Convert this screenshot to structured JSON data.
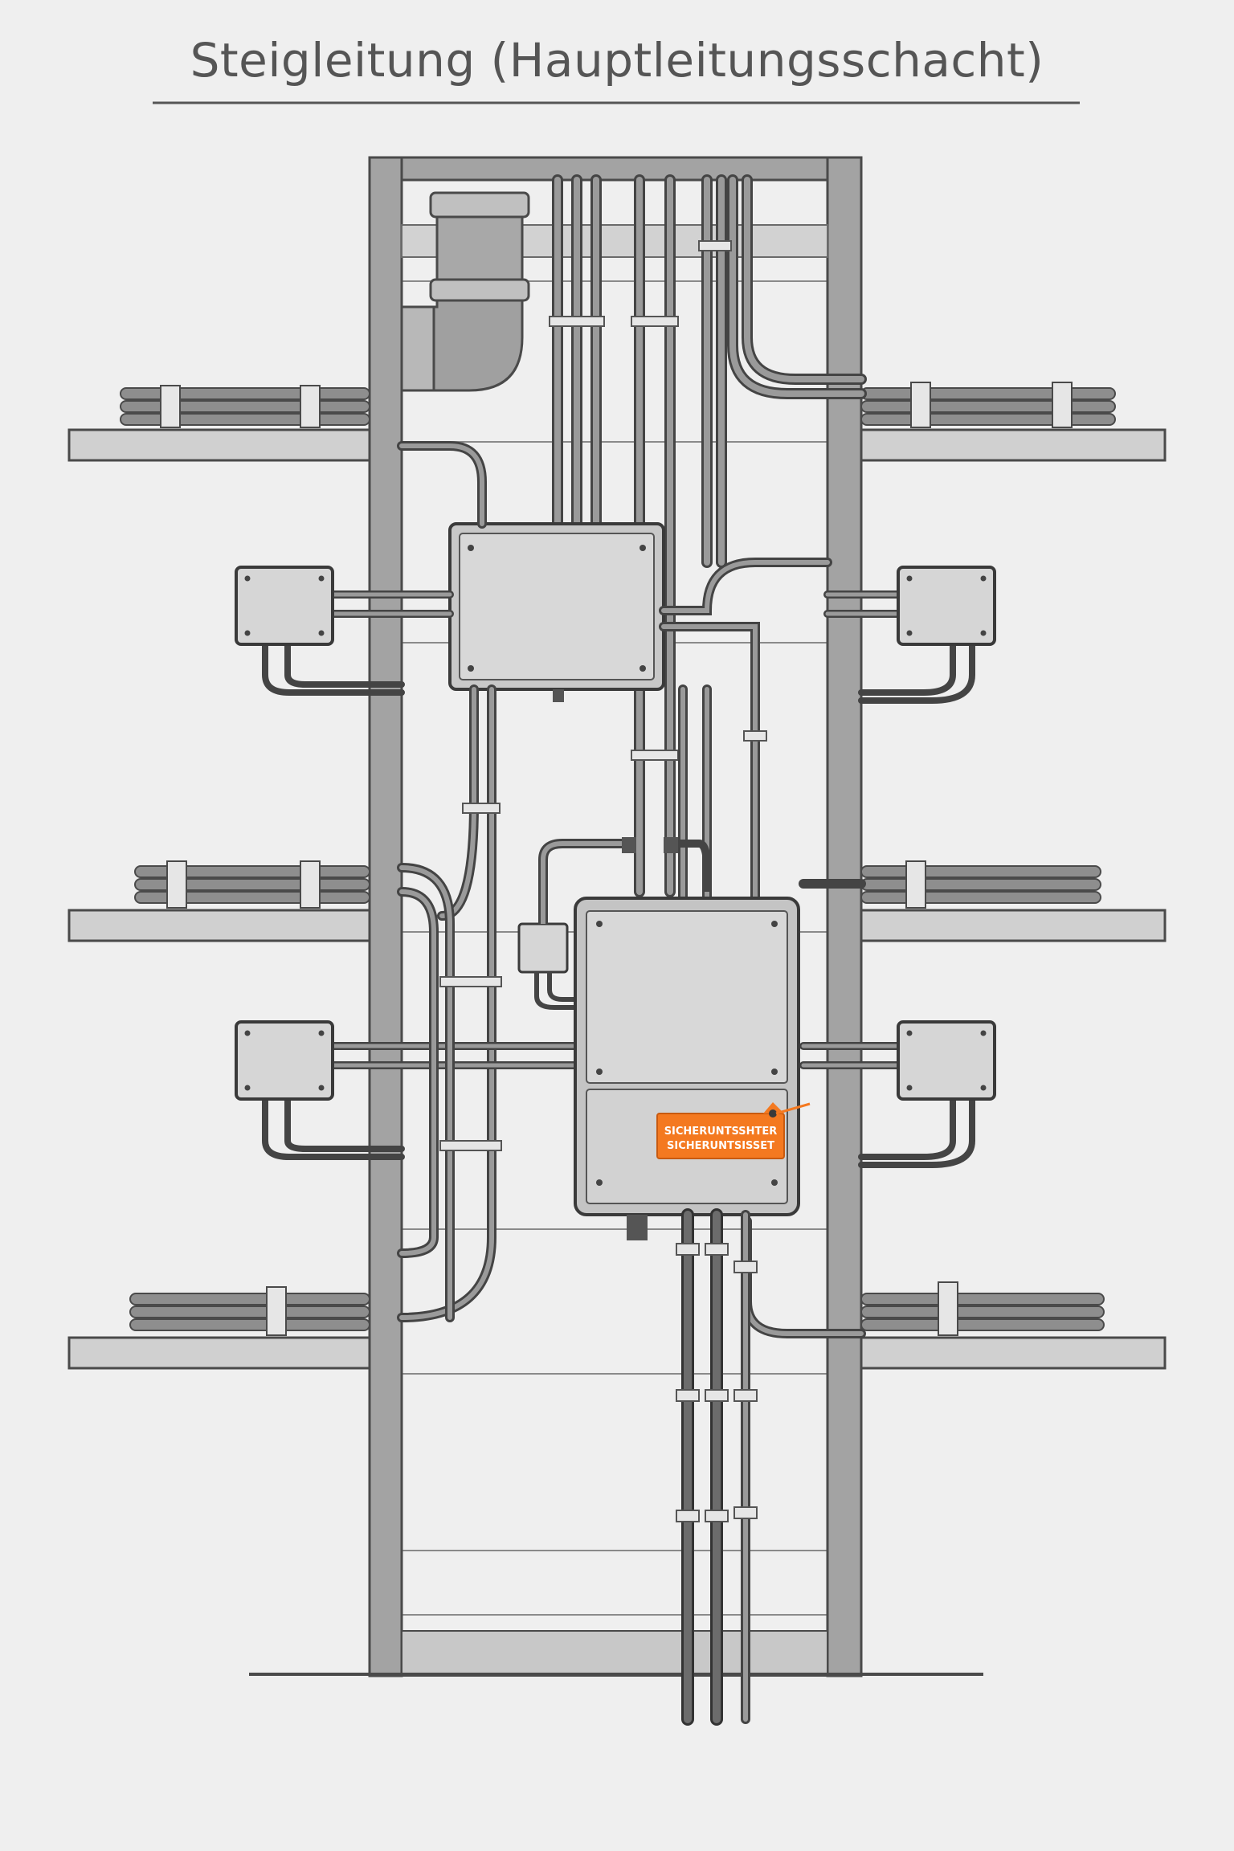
{
  "title": "Steigleitung (Hauptleitungsschacht)",
  "warning_label": {
    "line1": "SICHERUNTSSHTER",
    "line2": "SICHERUNTSISSET"
  },
  "colors": {
    "background": "#efefef",
    "frame": "#9a9a9a",
    "outline": "#4a4a4a",
    "cable": "#8c8c8c",
    "cable_dark": "#555555",
    "box_fill": "#d6d6d6",
    "label": "#f47920"
  }
}
